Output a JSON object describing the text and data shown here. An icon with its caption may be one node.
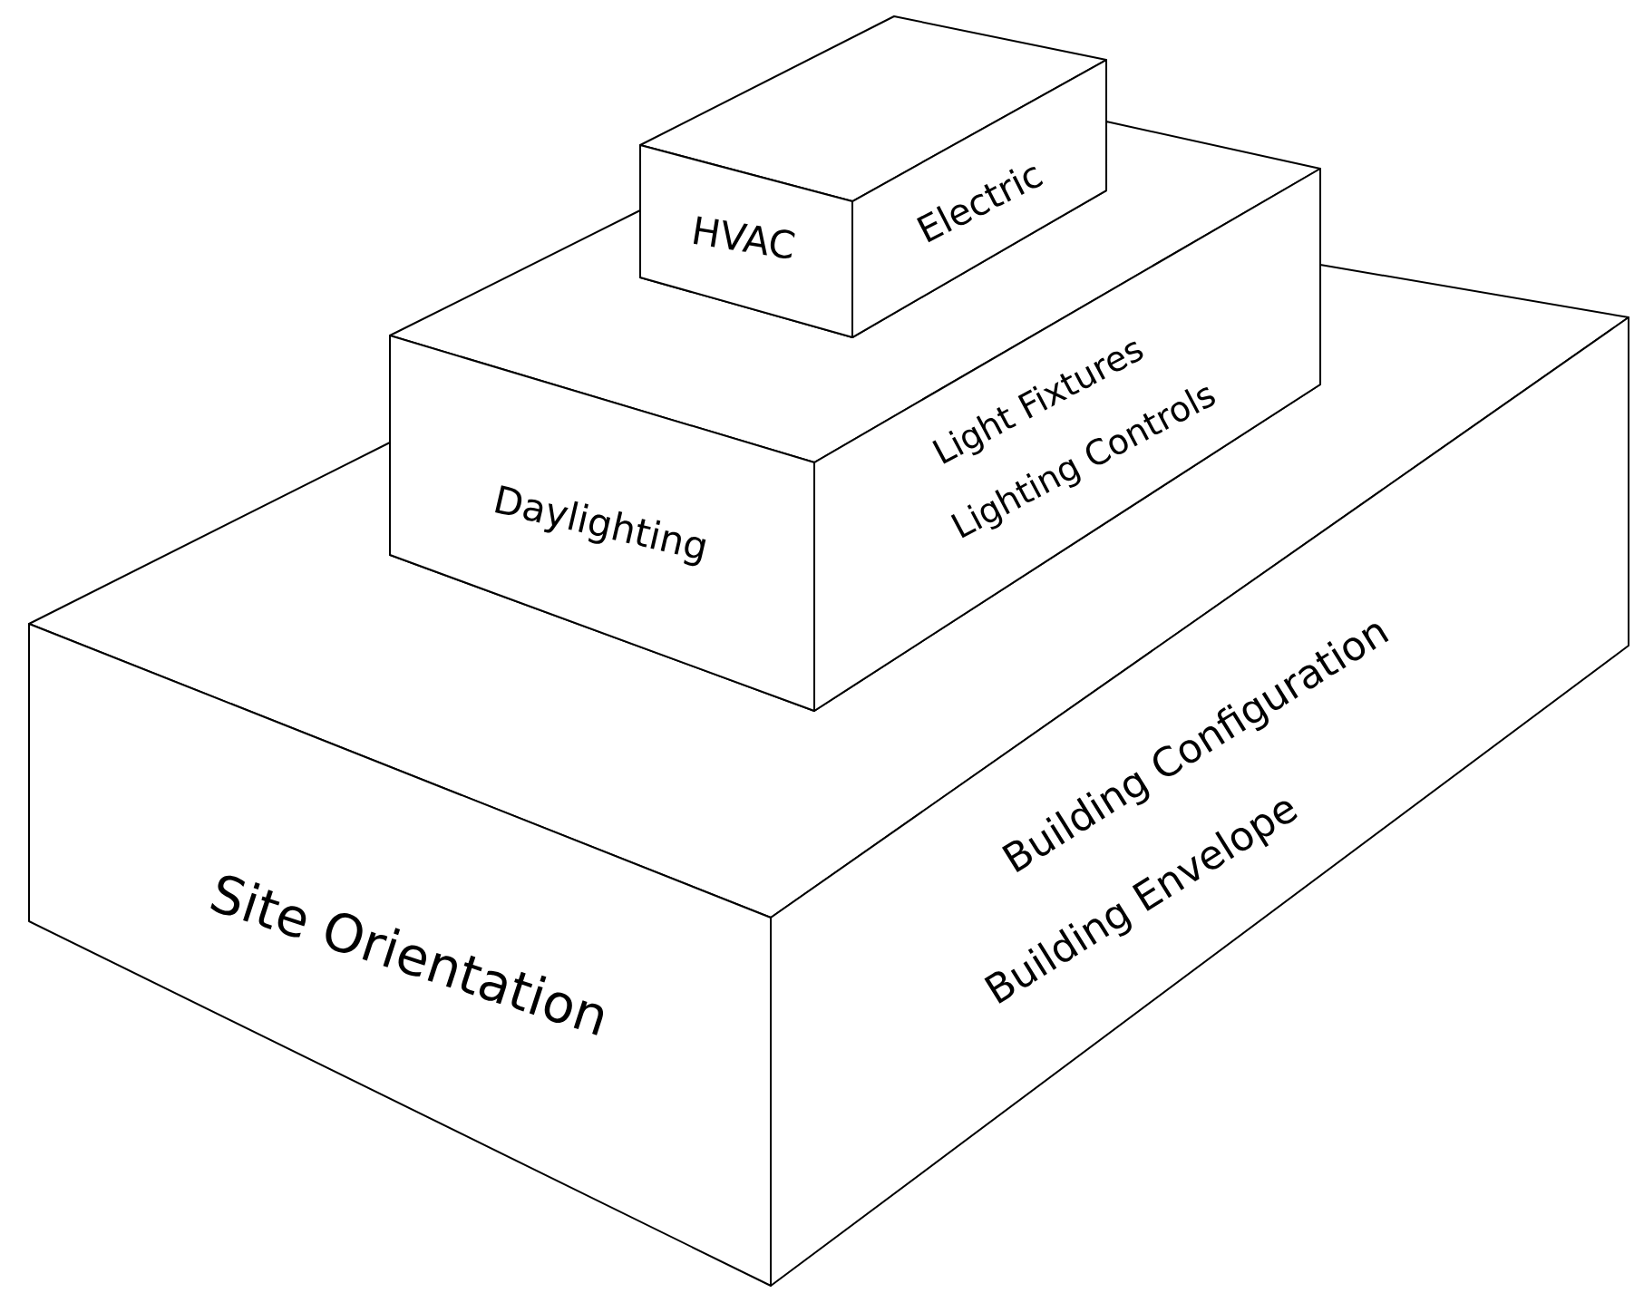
{
  "diagram": {
    "nodes": [
      {
        "text": [
          "Site Orientation",
          "Building Configuration",
          "Building Envelope"
        ]
      },
      {
        "text": [
          "Daylighting",
          "Light Fixtures",
          "Lighting Controls"
        ]
      },
      {
        "text": [
          "HVAC",
          "Electric"
        ]
      }
    ]
  }
}
